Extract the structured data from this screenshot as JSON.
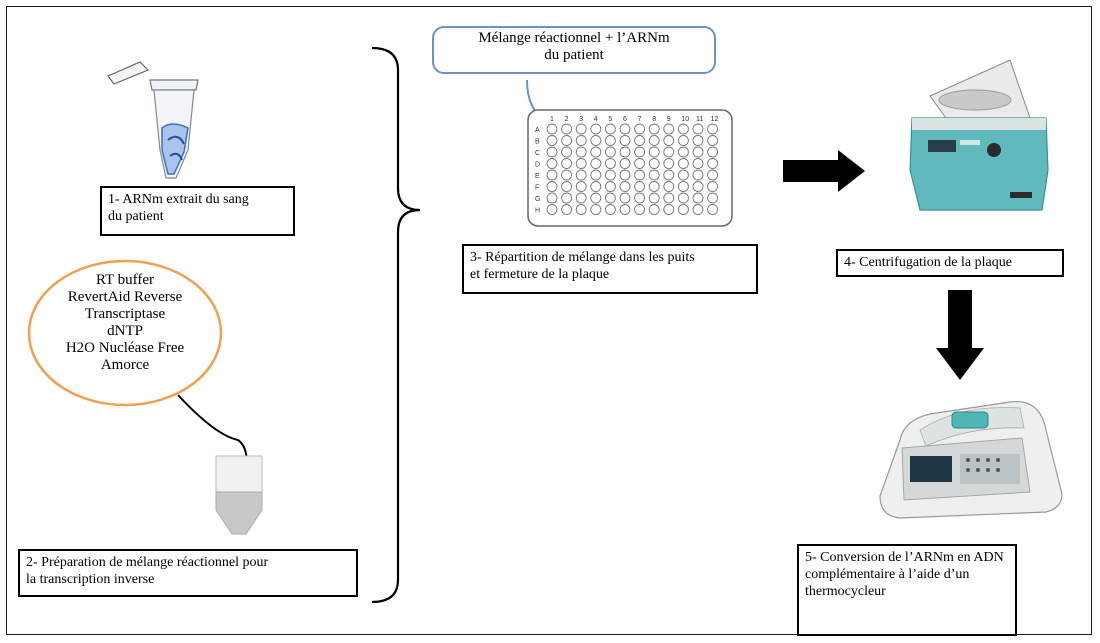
{
  "diagram": {
    "step1_label": [
      "1- ARNm  extrait  du  sang",
      "du patient"
    ],
    "step2_label": [
      "2- Préparation  de mélange  réactionnel  pour",
      "la transcription  inverse"
    ],
    "step3_label": [
      "3- Répartition  de  mélange  dans  les  puits",
      "et fermeture  de la  plaque"
    ],
    "step4_label": "4- Centrifugation  de la plaque",
    "step5_label": [
      "5- Conversion  de l’ARNm  en ADN",
      "complémentaire  à l’aide  d’un",
      "thermocycleur"
    ],
    "reagents": [
      "RT buffer",
      "RevertAid Reverse",
      "Transcriptase",
      "dNTP",
      "H2O Nucléase Free",
      "Amorce"
    ],
    "callout": [
      "Mélange réactionnel   + l’ARNm",
      "du patient"
    ],
    "plate_columns": [
      "1",
      "2",
      "3",
      "4",
      "5",
      "6",
      "7",
      "8",
      "9",
      "10",
      "11",
      "12"
    ],
    "plate_rows": [
      "A",
      "B",
      "C",
      "D",
      "E",
      "F",
      "G",
      "H"
    ],
    "colors": {
      "ellipse": "#f0a050",
      "callout_border": "#6b93c8",
      "arrow": "#000000"
    }
  }
}
